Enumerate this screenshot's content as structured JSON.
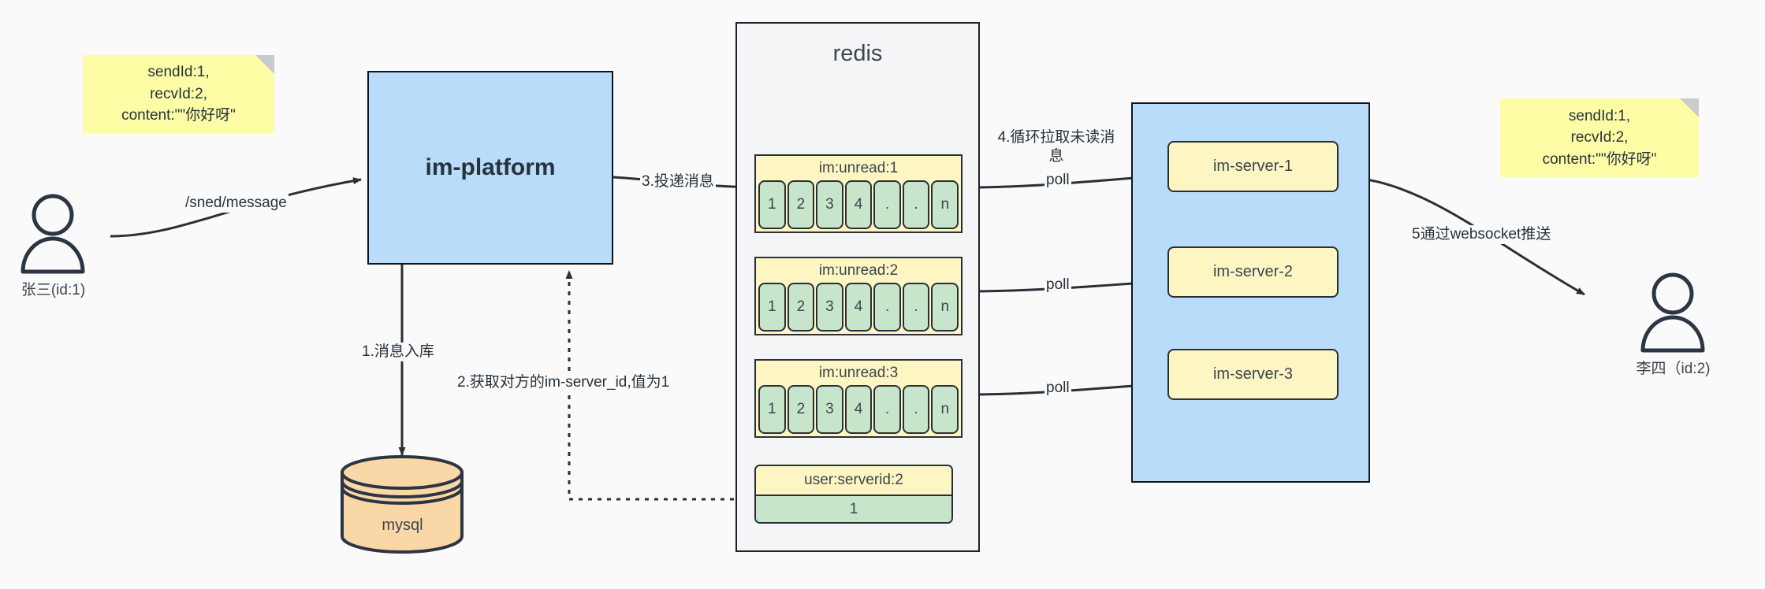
{
  "diagram": {
    "title": "IM message delivery architecture",
    "colors": {
      "background": "#fafafa",
      "sticky": "#fdfda5",
      "blue_box": "#b8dcfa",
      "redis_container": "#f4f5f6",
      "list_key": "#fdf6c3",
      "list_cell": "#c7e5cb",
      "mysql": "#fad7a6",
      "stroke": "#1d2228"
    }
  },
  "notes": {
    "left": "sendId:1,\nrecvId:2,\ncontent:\"\"你好呀\"",
    "right": "sendId:1,\nrecvId:2,\ncontent:\"\"你好呀\""
  },
  "actors": {
    "sender": {
      "caption": "张三(id:1)"
    },
    "receiver": {
      "caption": "李四（id:2)"
    }
  },
  "platform": {
    "label": "im-platform"
  },
  "database": {
    "label": "mysql"
  },
  "redis": {
    "title": "redis",
    "lists": [
      {
        "key": "im:unread:1",
        "cells": [
          "1",
          "2",
          "3",
          "4",
          ".",
          ".",
          "n"
        ]
      },
      {
        "key": "im:unread:2",
        "cells": [
          "1",
          "2",
          "3",
          "4",
          ".",
          ".",
          "n"
        ]
      },
      {
        "key": "im:unread:3",
        "cells": [
          "1",
          "2",
          "3",
          "4",
          ".",
          ".",
          "n"
        ]
      }
    ],
    "kv": {
      "key": "user:serverid:2",
      "value": "1"
    }
  },
  "servers": {
    "items": [
      {
        "label": "im-server-1"
      },
      {
        "label": "im-server-2"
      },
      {
        "label": "im-server-3"
      }
    ]
  },
  "edges": {
    "send_message": "/sned/message",
    "step1": "1.消息入库",
    "step2": "2.获取对方的im-server_id,值为1",
    "step3": "3.投递消息",
    "step4": "4.循环拉取未读消\n息",
    "step5": "5通过websocket推送",
    "poll1": "poll",
    "poll2": "poll",
    "poll3": "poll"
  }
}
